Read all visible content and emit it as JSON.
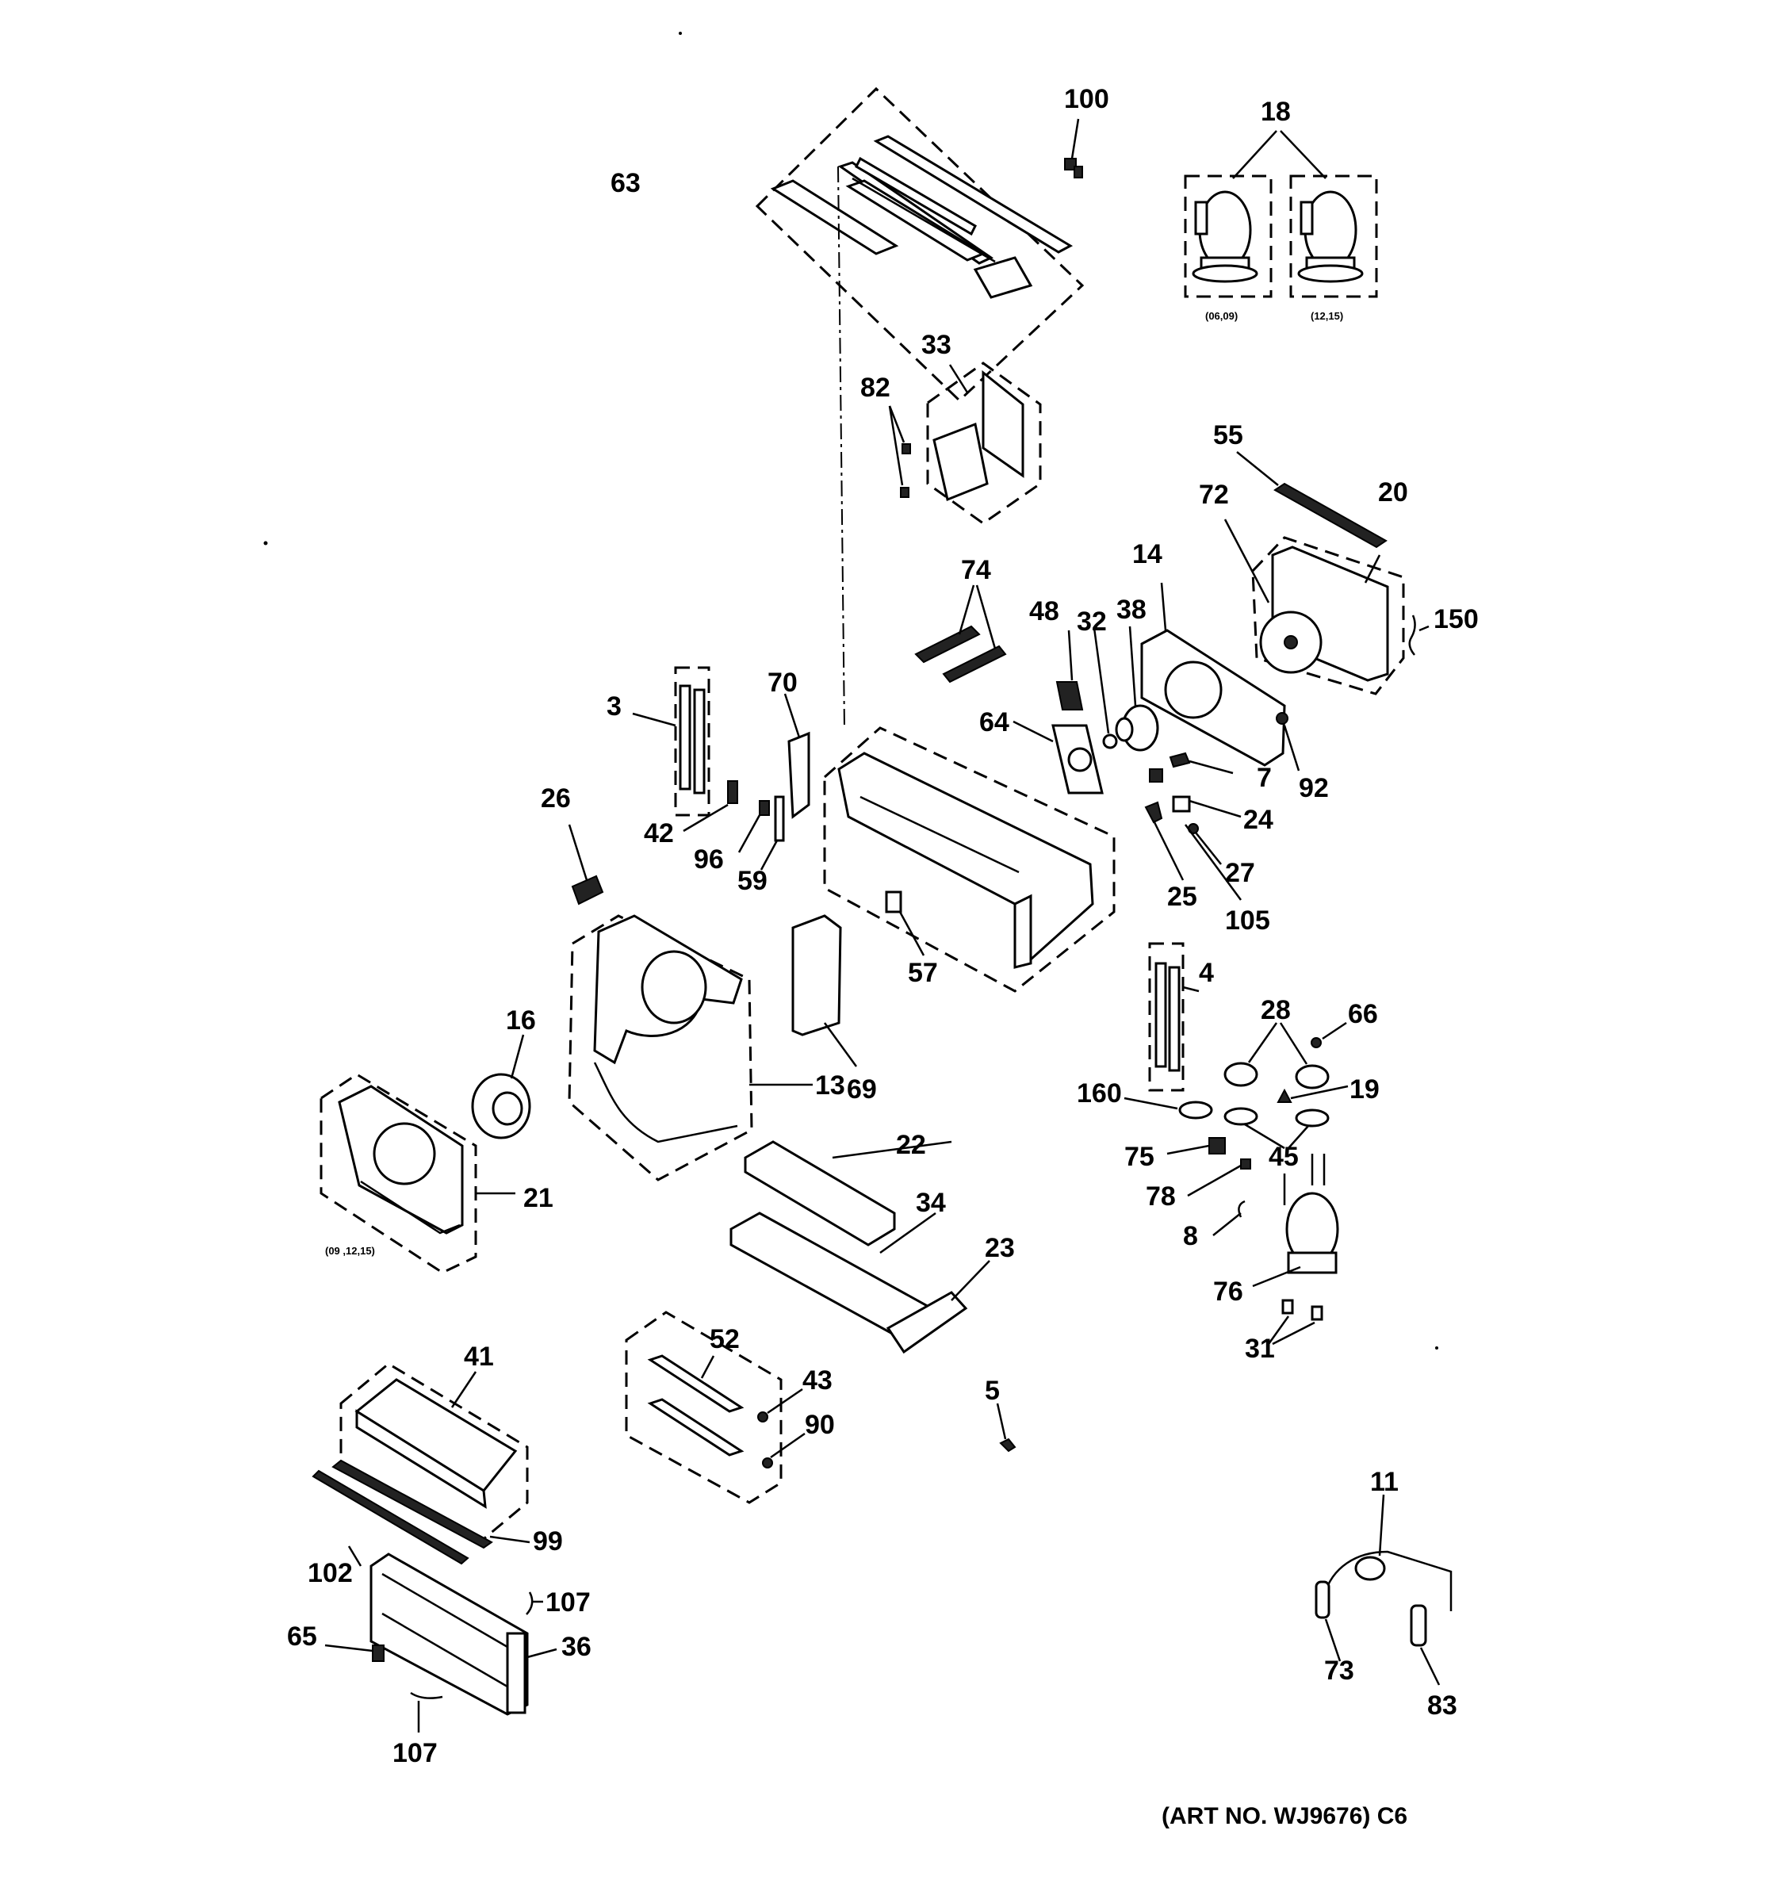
{
  "labels": {
    "p100": "100",
    "p18": "18",
    "p63": "63",
    "p33": "33",
    "p82": "82",
    "p55": "55",
    "p72": "72",
    "p20": "20",
    "p14": "14",
    "p74": "74",
    "p48": "48",
    "p32": "32",
    "p38": "38",
    "p150": "150",
    "p3": "3",
    "p70": "70",
    "p64": "64",
    "p7": "7",
    "p92": "92",
    "p26": "26",
    "p42": "42",
    "p96": "96",
    "p59": "59",
    "p24": "24",
    "p27": "27",
    "p25": "25",
    "p105": "105",
    "p4": "4",
    "p57": "57",
    "p16": "16",
    "p28": "28",
    "p66": "66",
    "p13": "13",
    "p69": "69",
    "p160": "160",
    "p19": "19",
    "p45": "45",
    "p22": "22",
    "p75": "75",
    "p21": "21",
    "p34": "34",
    "p78": "78",
    "p8": "8",
    "p23": "23",
    "p76": "76",
    "p52": "52",
    "p31": "31",
    "p41": "41",
    "p43": "43",
    "p5": "5",
    "p90": "90",
    "p11": "11",
    "p99": "99",
    "p102": "102",
    "p107a": "107",
    "p65": "65",
    "p36": "36",
    "p73": "73",
    "p83": "83",
    "p107b": "107"
  },
  "sublabels": {
    "comp_a": "(06,09)",
    "comp_b": "(12,15)",
    "scroll": "(09 ,12,15)"
  },
  "art_number": "(ART NO. WJ9676) C6"
}
